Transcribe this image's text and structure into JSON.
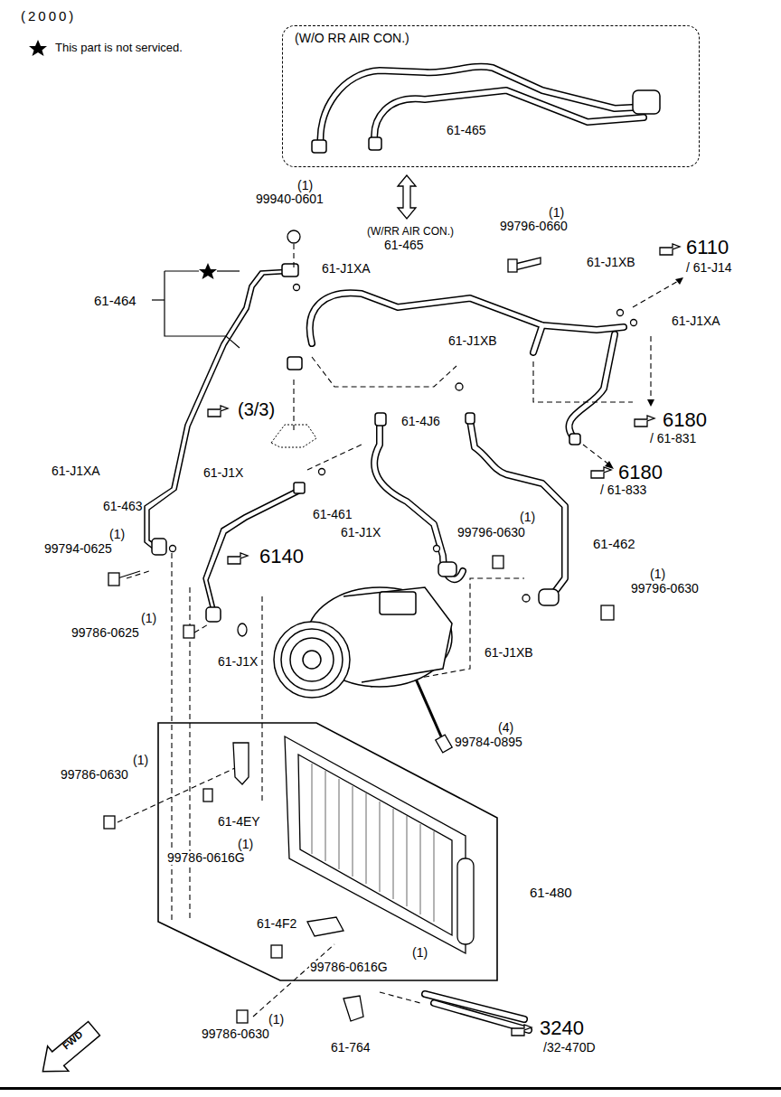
{
  "diagram": {
    "nodes": [
      {
        "text": [
          "(W/O RR AIR CON.)",
          "61-465"
        ]
      }
    ],
    "labels": [
      "(2000)",
      "This part is not serviced.",
      "(1)",
      "99940-0601",
      "(W/RR AIR CON.)",
      "61-465",
      "(1)",
      "99796-0660",
      "61-J1XB",
      "6110",
      "/ 61-J14",
      "61-464",
      "61-J1XA",
      "61-J1XA",
      "61-J1XB",
      "(3/3)",
      "61-4J6",
      "6180",
      "/ 61-831",
      "61-J1XA",
      "61-J1X",
      "6180",
      "/ 61-833",
      "61-463",
      "61-461",
      "61-J1X",
      "(1)",
      "99796-0630",
      "61-462",
      "(1)",
      "99794-0625",
      "6140",
      "(1)",
      "99796-0630",
      "(1)",
      "99786-0625",
      "61-J1X",
      "61-J1XB",
      "(4)",
      "99784-0895",
      "(1)",
      "99786-0630",
      "61-4EY",
      "(1)",
      "99786-0616G",
      "61-480",
      "61-4F2",
      "(1)",
      "99786-0616G",
      "(1)",
      "99786-0630",
      "61-764",
      "3240",
      "/32-470D",
      "FWD"
    ]
  }
}
